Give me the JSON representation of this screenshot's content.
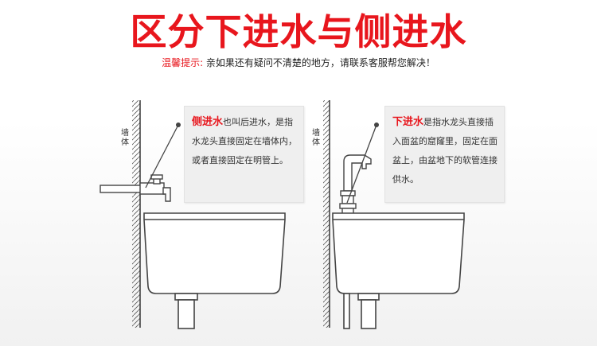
{
  "title": "区分下进水与侧进水",
  "tip": {
    "label": "温馨提示:",
    "text": " 亲如果还有疑问不清楚的地方，请联系客服帮您解决！"
  },
  "left_panel": {
    "wall_label": "墙体",
    "keyword": "侧进水",
    "description": "也叫后进水，是指水龙头直接固定在墙体内，或者直接固定在明管上。"
  },
  "right_panel": {
    "wall_label": "墙体",
    "keyword": "下进水",
    "description": "是指水龙头直接插入面盆的窟窿里，固定在面盆上，由盆地下的软管连接供水。"
  },
  "colors": {
    "title": "#e8161d",
    "keyword": "#e8161d",
    "line": "#444444"
  }
}
